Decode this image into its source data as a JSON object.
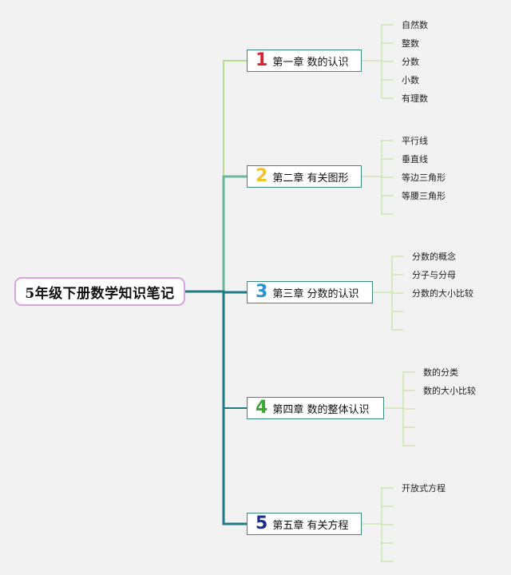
{
  "root": {
    "title": "5年级下册数学知识笔记"
  },
  "chapters": [
    {
      "number": "1",
      "title": "第一章 数的认识",
      "number_color": "#d9232f",
      "topics": [
        "自然数",
        "整数",
        "分数",
        "小数",
        "有理数"
      ]
    },
    {
      "number": "2",
      "title": "第二章 有关图形",
      "number_color": "#f2c42c",
      "topics": [
        "平行线",
        "垂直线",
        "等边三角形",
        "等腰三角形"
      ]
    },
    {
      "number": "3",
      "title": "第三章 分数的认识",
      "number_color": "#2a94d4",
      "topics": [
        "分数的概念",
        "分子与分母",
        "分数的大小比较"
      ]
    },
    {
      "number": "4",
      "title": "第四章 数的整体认识",
      "number_color": "#3aa832",
      "topics": [
        "数的分类",
        "数的大小比较"
      ]
    },
    {
      "number": "5",
      "title": "第五章 有关方程",
      "number_color": "#1c2f8c",
      "topics": [
        "开放式方程"
      ]
    }
  ],
  "colors": {
    "background": "#f2f2f2",
    "root_border": "#d9a3e0",
    "chapter_border": "#3b8c7e",
    "branch_light": "#b8dd8e",
    "branch_mid": "#6cb89a",
    "branch_dark": "#1f7a86"
  }
}
